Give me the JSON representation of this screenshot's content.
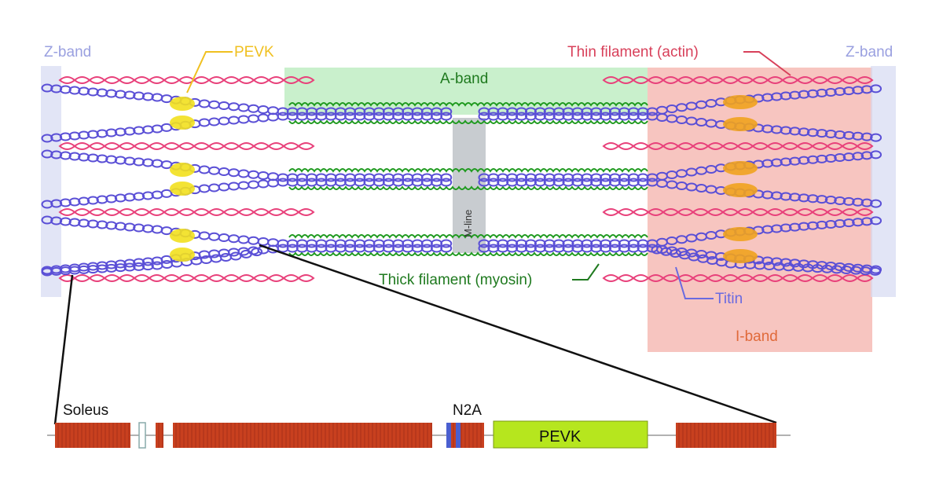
{
  "labels": {
    "z_band_left": "Z-band",
    "z_band_right": "Z-band",
    "pevk": "PEVK",
    "thin_filament": "Thin filament (actin)",
    "a_band": "A-band",
    "m_line": "M-line",
    "thick_filament": "Thick filament (myosin)",
    "titin": "Titin",
    "i_band": "I-band",
    "soleus": "Soleus",
    "n2a": "N2A",
    "pevk_domain": "PEVK"
  },
  "colors": {
    "z_band": "#8e93d8",
    "actin": "#e8407a",
    "titin": "#5a4fd6",
    "myosin": "#1f9a1f",
    "pevk_left": "#f2e01e",
    "pevk_right": "#f0a21e",
    "a_band_fill": "#c9f0cc",
    "i_band_fill": "#f7c5c0",
    "m_line_fill": "#c8ccd0",
    "ig_domain": "#c8401f",
    "pevk_domain": "#b6e61e",
    "n2a_blue": "#4a5fd0",
    "label_red": "#d8405a",
    "label_green": "#1f7a1f",
    "label_blue": "#6a6ae0",
    "label_orange": "#e06a3a",
    "label_yellow": "#f0c020"
  }
}
